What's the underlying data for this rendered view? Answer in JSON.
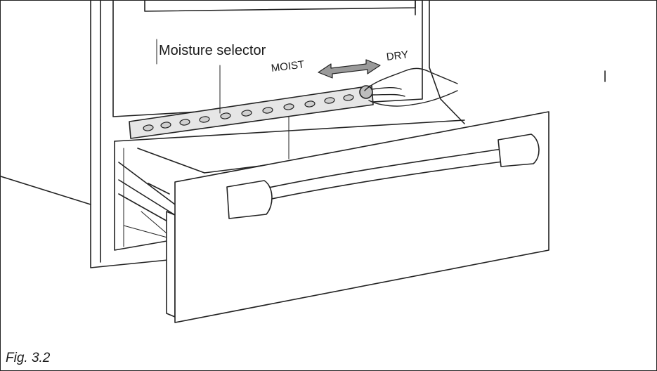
{
  "figure": {
    "labels": {
      "selector": "Moisture selector",
      "moist": "MOIST",
      "dry": "DRY"
    },
    "caption": "Fig. 3.2",
    "colors": {
      "line": "#222222",
      "arrow_fill": "#9a9a9a",
      "slot_fill": "#cfcfcf"
    }
  }
}
